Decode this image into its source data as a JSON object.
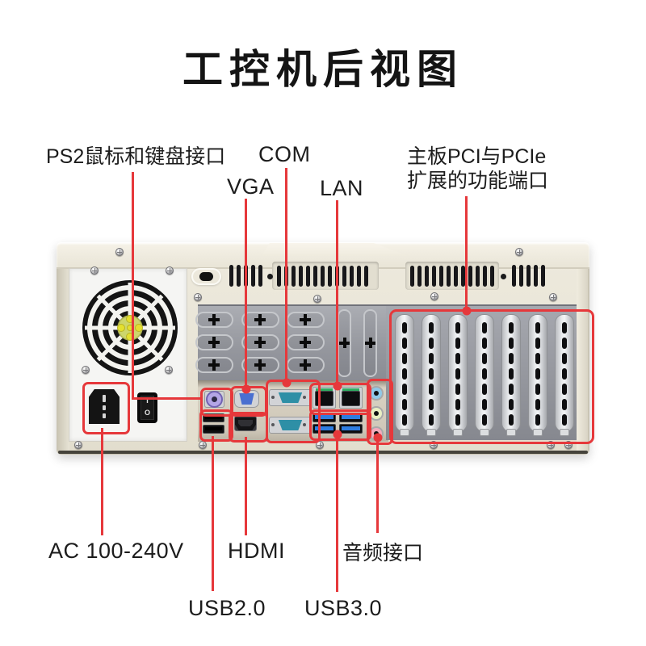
{
  "title": "工控机后视图",
  "labels": {
    "ps2": "PS2鼠标和键盘接口",
    "com": "COM",
    "vga": "VGA",
    "lan": "LAN",
    "pci_line1": "主板PCI与PCIe",
    "pci_line2": "扩展的功能端口",
    "ac": "AC 100-240V",
    "usb2": "USB2.0",
    "hdmi": "HDMI",
    "usb3": "USB3.0",
    "audio": "音频接口"
  },
  "power_switch": {
    "on": "I",
    "off": "O"
  },
  "colors": {
    "annotation_red": "#e6383b",
    "chassis_cream": "#e9e5d8",
    "psu_white": "#f5f5f3",
    "backplane_gray": "#94969d",
    "pci_cover_silver": "#e9ebed",
    "ps2_purple": "#b4a6e6",
    "vga_blue": "#4a6fd0",
    "com_teal": "#2e8fa6",
    "usb3_blue": "#2e7de0",
    "lan_led_green": "#2fae62",
    "audio_jacks": [
      "#8fc9e9",
      "#e9efc2",
      "#f3abbc"
    ],
    "fan_hub_green": "#cdd66c",
    "fan_dot_yellow": "#e4e02f"
  }
}
